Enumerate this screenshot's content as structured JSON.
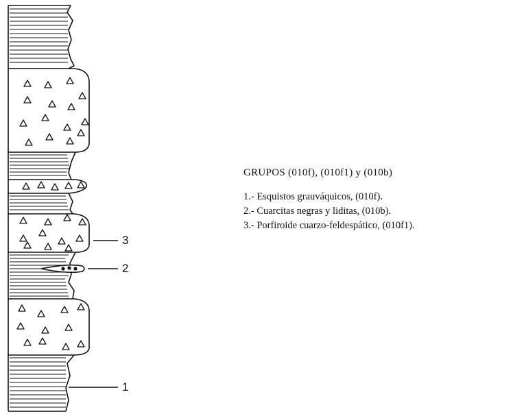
{
  "legend": {
    "title": "GRUPOS (010f), (010f1) y (010b)",
    "items": [
      "1.- Esquistos grauváquicos, (010f).",
      "2.- Cuarcitas negras y liditas, (010b).",
      "3.- Porfiroide cuarzo-feldespático, (010f1)."
    ]
  },
  "callouts": [
    "1",
    "2",
    "3"
  ],
  "lithology_pattern_names": [
    "shale-hatching",
    "triangle-pattern",
    "dot-lens"
  ],
  "colors": {
    "ink": "#111111",
    "background": "#ffffff"
  }
}
